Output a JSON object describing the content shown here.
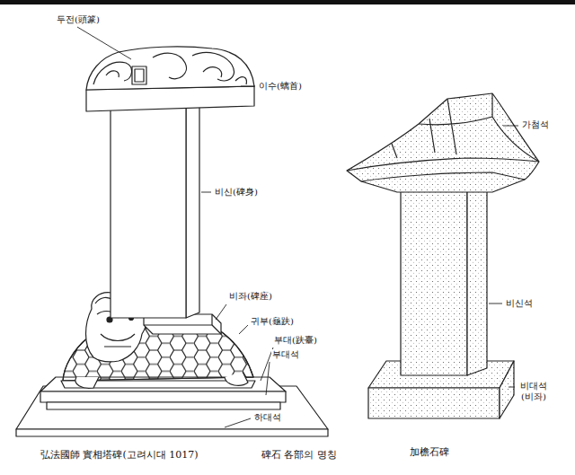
{
  "diagram": {
    "caption": "碑石 各部의 명칭",
    "labels": [
      "두전(頭篆)",
      "이수(螭首)",
      "비신(碑身)",
      "비좌(碑座)",
      "귀부(龜趺)",
      "부대(趺臺)",
      "부대석",
      "하대석",
      "弘法國師 實相塔碑(고려시대 1017)",
      "가첨석",
      "비신석",
      "비대석 (비좌)",
      "加檐石碑"
    ]
  }
}
